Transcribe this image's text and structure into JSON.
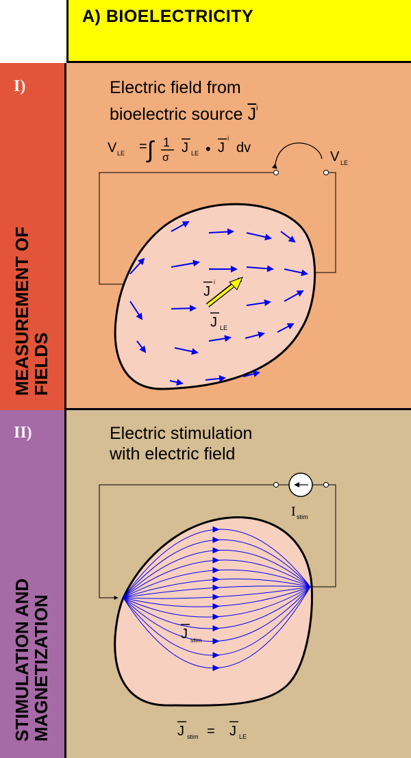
{
  "header": {
    "title": "A) BIOELECTRICITY"
  },
  "section1": {
    "roman": "I)",
    "side_label": [
      "MEASUREMENT OF",
      "FIELDS"
    ],
    "caption_line1": "Electric field from",
    "caption_line2": "bioelectric source",
    "source_symbol": "J",
    "superscript_i": "i",
    "equation": {
      "lhs": "V",
      "lhs_sub": "LE",
      "equals": "=",
      "integral": "∫",
      "numerator": "1",
      "denominator": "σ",
      "J": "J",
      "J_sub": "LE",
      "dot": "•",
      "Ji": "J",
      "Ji_sup": "i",
      "dv": "dv"
    },
    "voltage_label": "V",
    "voltage_sub": "LE",
    "arrow_label_Ji": "J",
    "arrow_label_Ji_sup": "i",
    "arrow_label_JLE": "J",
    "arrow_label_JLE_sub": "LE"
  },
  "section2": {
    "roman": "II)",
    "side_label": [
      "STIMULATION AND",
      "MAGNETIZATION"
    ],
    "caption_line1": "Electric stimulation",
    "caption_line2": "with electric field",
    "current_label": "I",
    "current_sub": "stim",
    "field_label": "J",
    "field_sub": "stim",
    "bottom_eq": {
      "lhs": "J",
      "lhs_sub": "stim",
      "equals": "=",
      "rhs": "J",
      "rhs_sub": "LE"
    }
  },
  "colors": {
    "header": "#ffff00",
    "section1_side": "#e2553a",
    "section2_side": "#a66aa6",
    "section1_bg": "#f1ad7c",
    "section2_bg": "#d5bd94",
    "body_fill": "#f8d0c0",
    "field_arrows": "#0000ee",
    "source_arrow": "#ffff00"
  }
}
